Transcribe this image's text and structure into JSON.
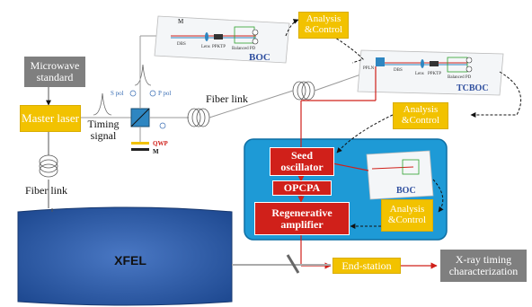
{
  "boxes": {
    "microwave": "Microwave standard",
    "master_laser": "Master laser",
    "analysis1": "Analysis &Control",
    "analysis2": "Analysis &Control",
    "analysis3": "Analysis &Control",
    "seed": "Seed oscillator",
    "opcpa": "OPCPA",
    "regen": "Regenerative amplifier",
    "xfel": "XFEL",
    "endstation": "End-station",
    "xray": "X-ray timing characterization"
  },
  "labels": {
    "fiber_link_top": "Fiber link",
    "fiber_link_left": "Fiber link",
    "timing_signal": "Timing signal",
    "s_pol": "S pol",
    "p_pol": "P pol",
    "qwp": "QWP",
    "m": "M",
    "boc1": "BOC",
    "tcboc": "TCBOC",
    "boc2": "BOC",
    "m_top": "M",
    "dbs": "DBS",
    "lens": "Lens",
    "ppktp": "PPKTP",
    "balanced_pd": "Balanced PD",
    "ppln": "PPLN",
    "dbs2": "DBS",
    "lens2": "Lens",
    "ppktp2": "PPKTP",
    "balanced_pd2": "Balanced PD"
  },
  "colors": {
    "yellow": "#f2c200",
    "gray": "#7f7f7f",
    "red": "#d0201a",
    "blue_panel": "#1e9ad6",
    "xfel_blue": "#2a5aa8",
    "boc_label": "#2f4f9f"
  }
}
